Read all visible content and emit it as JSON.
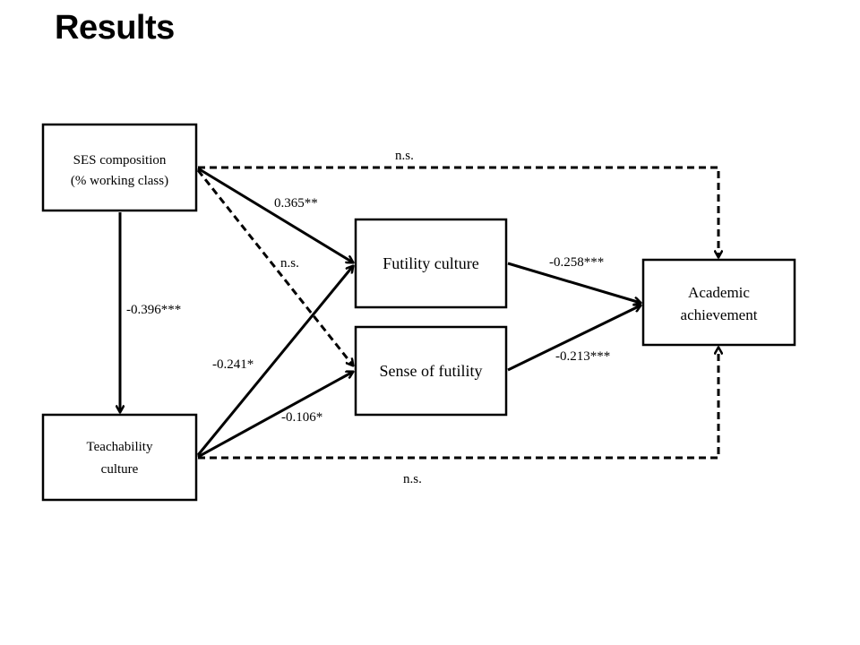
{
  "title": "Results",
  "nodes": {
    "ses": {
      "line1": "SES composition",
      "line2": "(% working class)"
    },
    "teach": {
      "line1": "Teachability",
      "line2": "culture"
    },
    "futility_culture": {
      "label": "Futility culture"
    },
    "sense_futility": {
      "label": "Sense of futility"
    },
    "academic": {
      "line1": "Academic",
      "line2": "achievement"
    }
  },
  "edges": {
    "ses_to_teach": "-0.396***",
    "ses_to_futility_culture": "0.365**",
    "ses_to_sense_futility": "n.s.",
    "ses_to_academic": "n.s.",
    "teach_to_futility_culture": "-0.241*",
    "teach_to_sense_futility": "-0.106*",
    "teach_to_academic": "n.s.",
    "futility_culture_to_academic": "-0.258***",
    "sense_futility_to_academic": "-0.213***"
  }
}
